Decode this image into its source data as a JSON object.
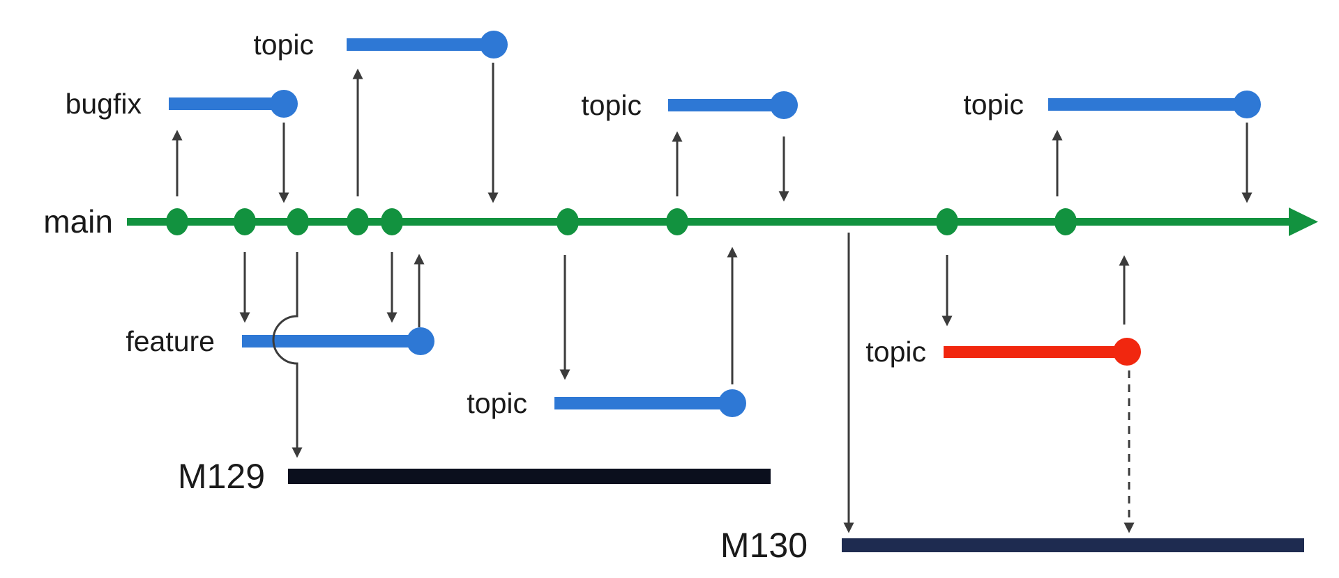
{
  "main": {
    "label": "main"
  },
  "branches": {
    "topic_top": {
      "label": "topic"
    },
    "bugfix": {
      "label": "bugfix"
    },
    "topic_mid": {
      "label": "topic"
    },
    "topic_right": {
      "label": "topic"
    },
    "feature": {
      "label": "feature"
    },
    "topic_lower": {
      "label": "topic"
    },
    "topic_red": {
      "label": "topic"
    }
  },
  "milestones": {
    "m129": {
      "label": "M129"
    },
    "m130": {
      "label": "M130"
    }
  },
  "colors": {
    "main_green": "#12923f",
    "branch_blue": "#2e78d5",
    "topic_red": "#f1270f",
    "arrow_gray": "#3b3b3b",
    "m129_bar": "#0b0f1d",
    "m130_bar": "#1e2b50",
    "label_text": "#1a1a1a",
    "background": "#ffffff"
  }
}
